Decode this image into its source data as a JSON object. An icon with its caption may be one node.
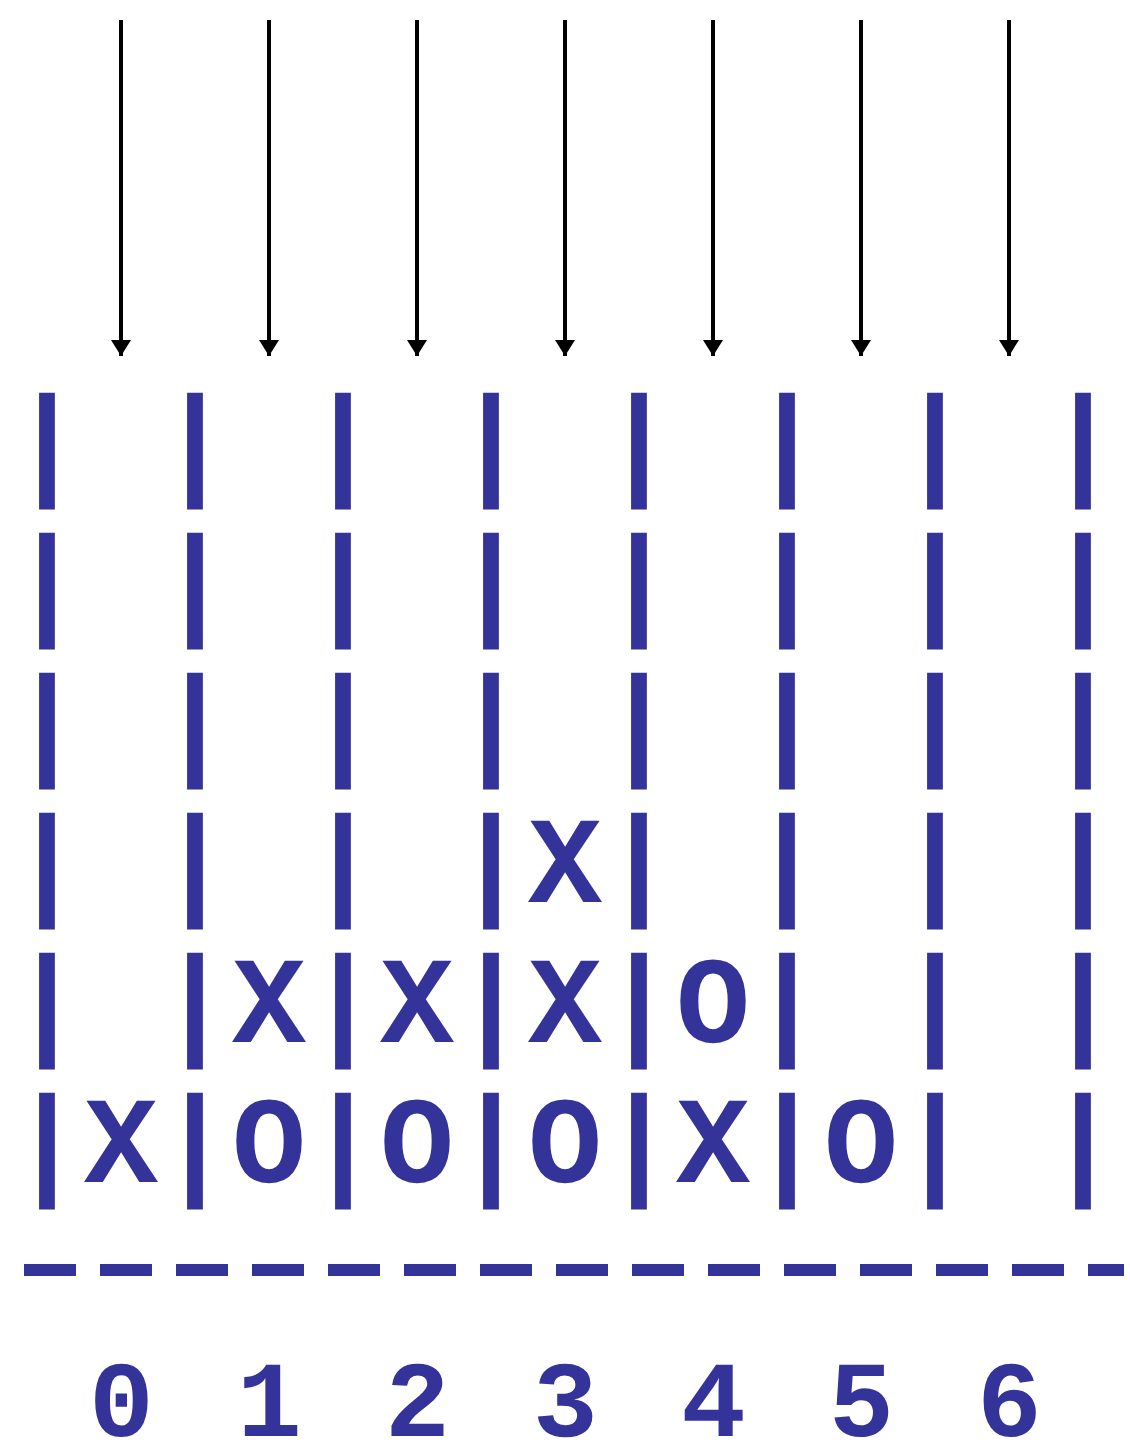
{
  "diagram": {
    "labels": [
      "| | | | | | | |",
      "| | | | | | | |",
      "| | | | | | | |",
      "| | | |X| | | |",
      "| |X|X|X|O| | |",
      "|X|O|O|O|X|O| |",
      "0",
      "1",
      "2",
      "3",
      "4",
      "5",
      "6"
    ]
  }
}
